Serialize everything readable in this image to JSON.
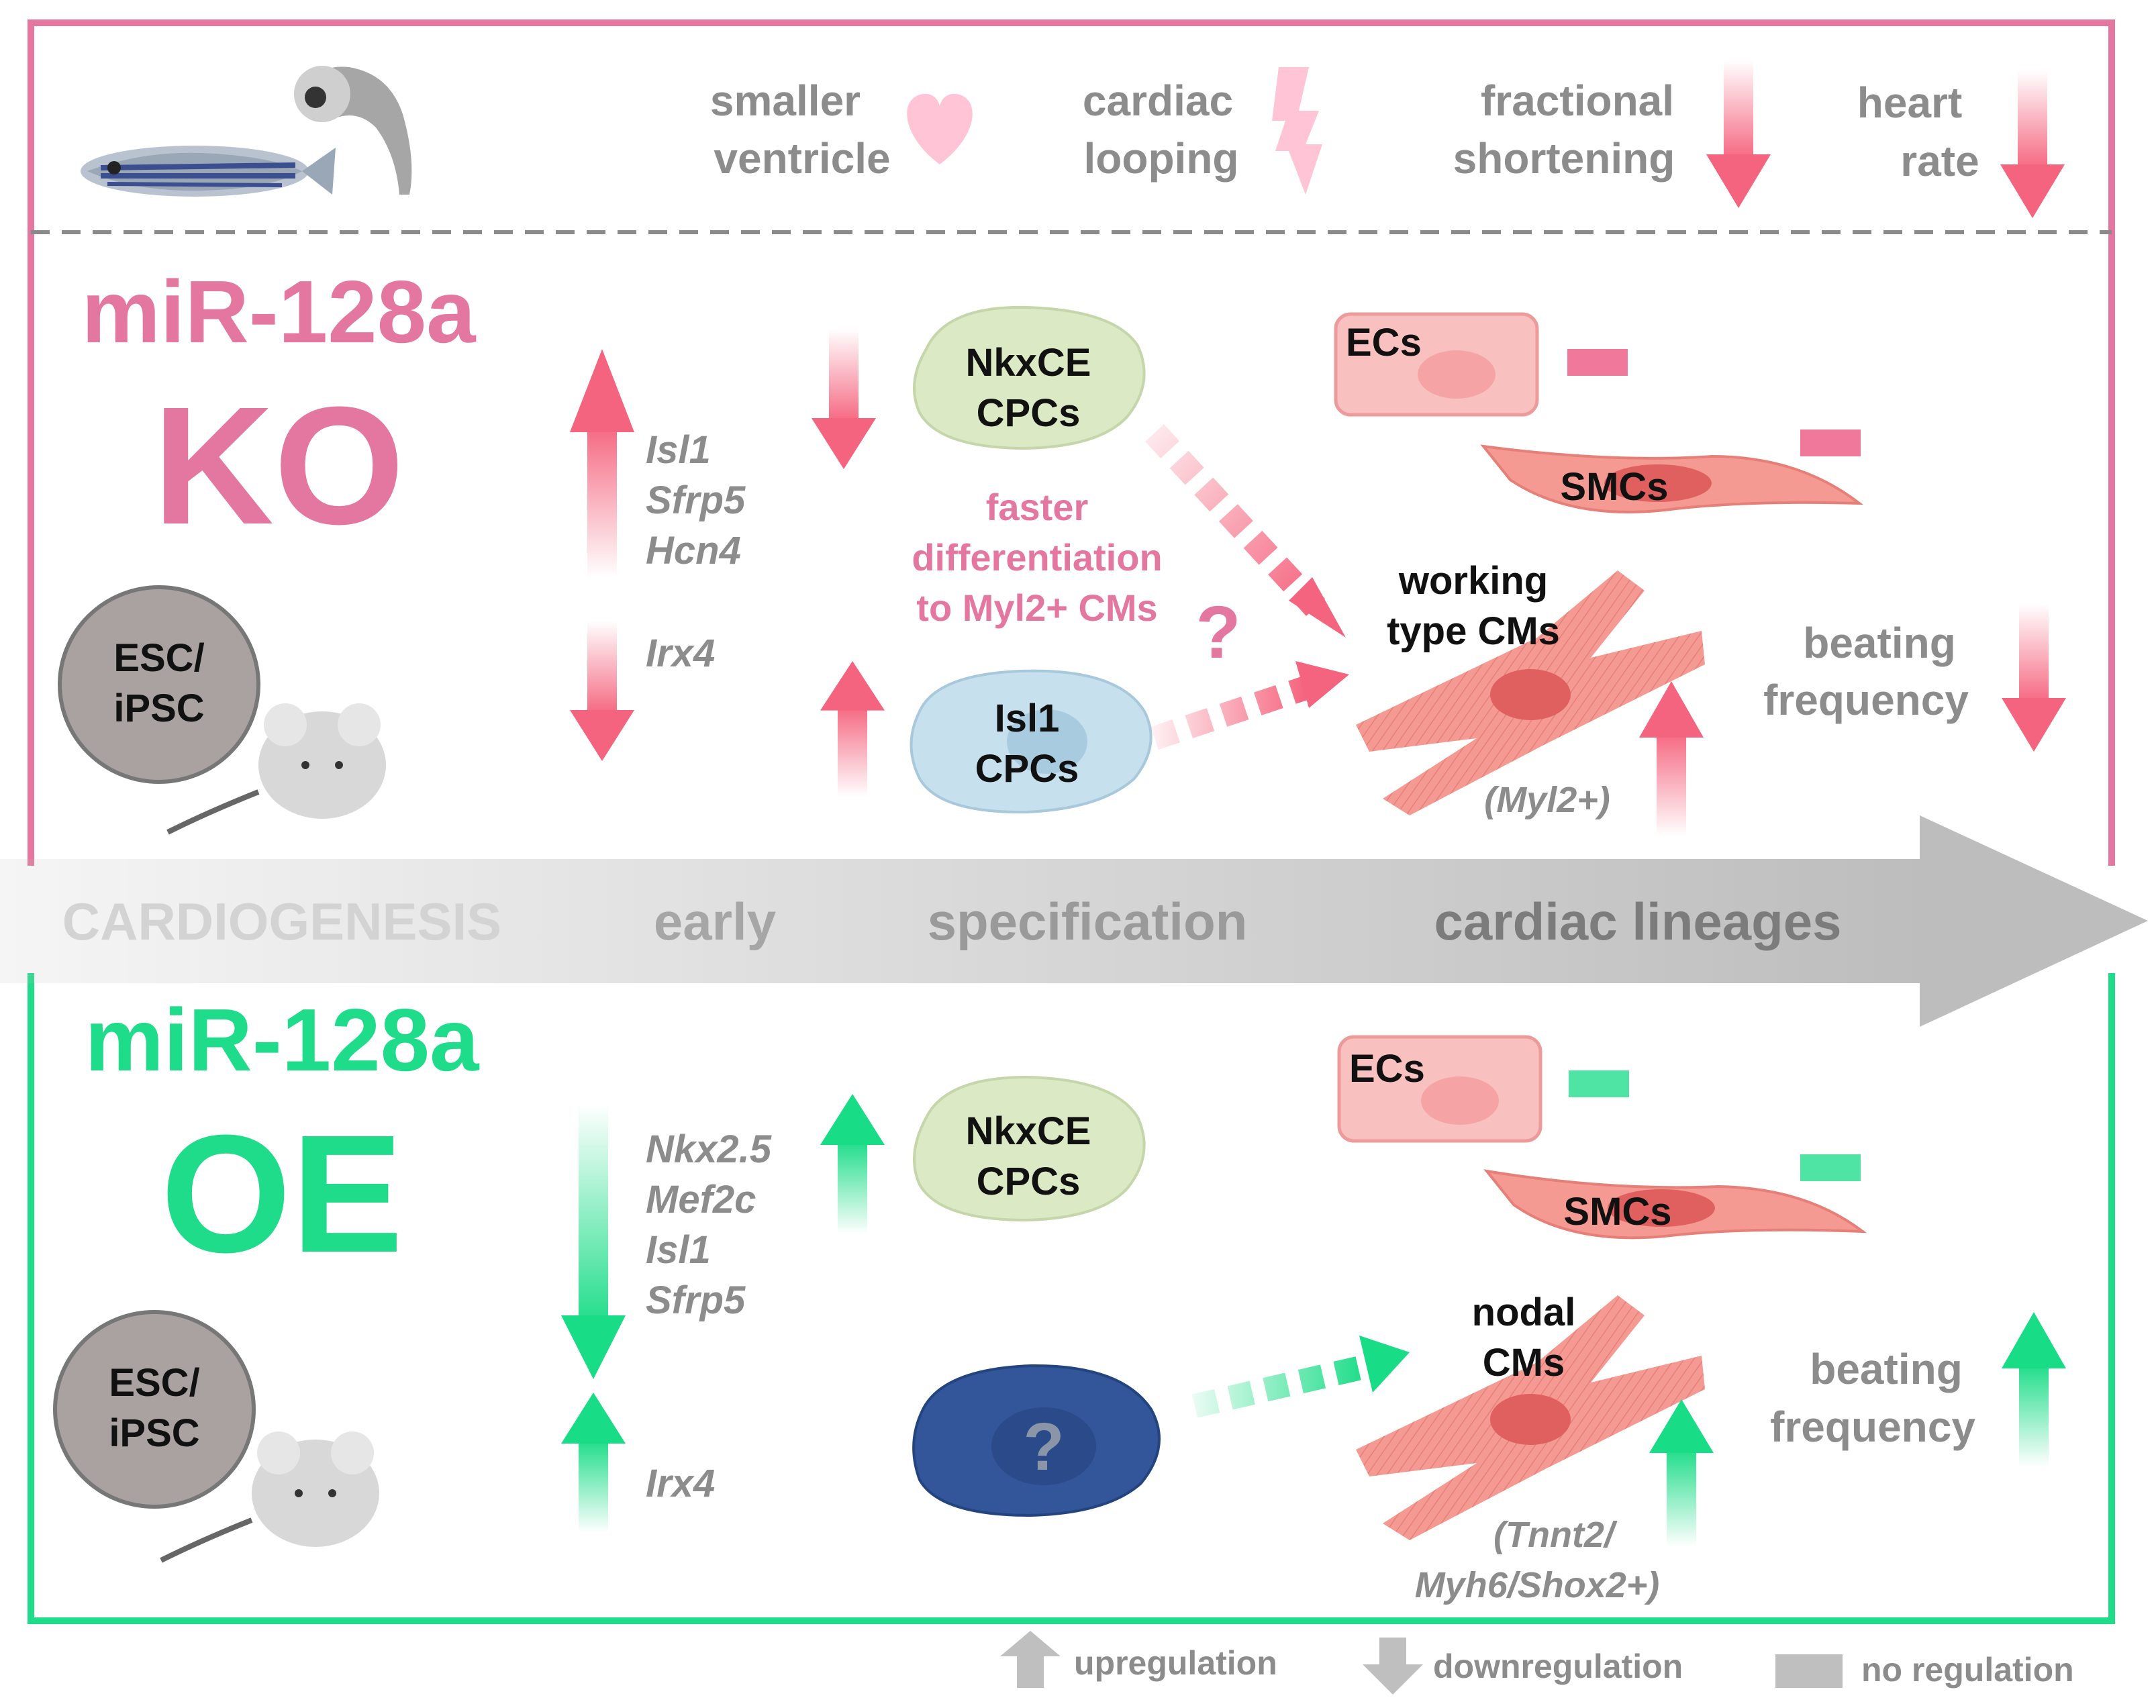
{
  "top_strip": {
    "phenotypes": [
      {
        "line1": "smaller",
        "line2": "ventricle",
        "icon": "heart-icon"
      },
      {
        "line1": "cardiac",
        "line2": "looping",
        "icon": "lightning-icon"
      },
      {
        "line1": "fractional",
        "line2": "shortening",
        "icon": "down-arrow-icon"
      },
      {
        "line1": "heart",
        "line2": "rate",
        "icon": "down-arrow-icon"
      }
    ]
  },
  "ko": {
    "title": "miR-128a",
    "subtitle": "KO",
    "cell_line1": "ESC/",
    "cell_line2": "iPSC",
    "up_genes": [
      "Isl1",
      "Sfrp5",
      "Hcn4"
    ],
    "down_genes": [
      "Irx4"
    ],
    "nkx_line1": "NkxCE",
    "nkx_line2": "CPCs",
    "isl_line1": "Isl1",
    "isl_line2": "CPCs",
    "note_lines": [
      "faster",
      "differentiation",
      "to Myl2+ CMs"
    ],
    "question": "?",
    "ecs": "ECs",
    "smcs": "SMCs",
    "cm_line1": "working",
    "cm_line2": "type CMs",
    "cm_marker": "(Myl2+)",
    "beat_line1": "beating",
    "beat_line2": "frequency"
  },
  "axis": {
    "labels": [
      "CARDIOGENESIS",
      "early",
      "specification",
      "cardiac lineages"
    ]
  },
  "oe": {
    "title": "miR-128a",
    "subtitle": "OE",
    "cell_line1": "ESC/",
    "cell_line2": "iPSC",
    "down_genes": [
      "Nkx2.5",
      "Mef2c",
      "Isl1",
      "Sfrp5"
    ],
    "up_genes": [
      "Irx4"
    ],
    "nkx_line1": "NkxCE",
    "nkx_line2": "CPCs",
    "unknown": "?",
    "ecs": "ECs",
    "smcs": "SMCs",
    "cm_line1": "nodal",
    "cm_line2": "CMs",
    "cm_marker1": "(Tnnt2/",
    "cm_marker2": "Myh6/Shox2+)",
    "beat_line1": "beating",
    "beat_line2": "frequency"
  },
  "legend": {
    "up": "upregulation",
    "down": "downregulation",
    "none": "no regulation"
  },
  "colors": {
    "ko": "#e4779f",
    "oe": "#1fdc8a",
    "arrow_down": "#f0506e",
    "arrow_up_green": "#19dc86",
    "axis": "#bdbdbd"
  }
}
